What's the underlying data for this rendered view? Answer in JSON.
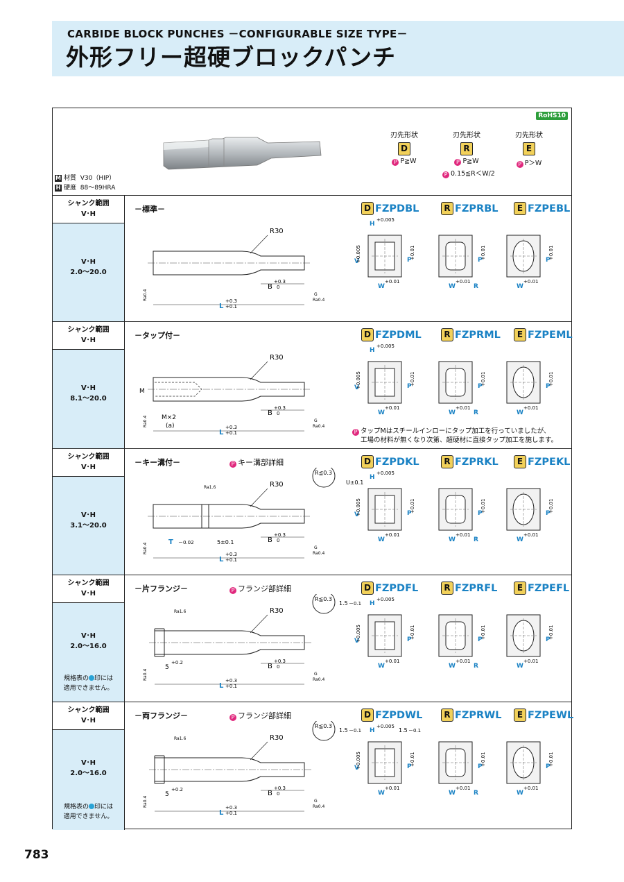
{
  "header": {
    "title_en": "CARBIDE BLOCK PUNCHES －CONFIGURABLE SIZE TYPE－",
    "title_jp": "外形フリー超硬ブロックパンチ"
  },
  "top": {
    "rohs": "RoHS10",
    "shapes": [
      {
        "label": "刃先形状",
        "letter": "D",
        "cond": "P≧W",
        "cond2": ""
      },
      {
        "label": "刃先形状",
        "letter": "R",
        "cond": "P≧W",
        "cond2": "0.15≦R＜W/2"
      },
      {
        "label": "刃先形状",
        "letter": "E",
        "cond": "P＞W",
        "cond2": ""
      }
    ],
    "material_key": "M",
    "material_label": "材質",
    "material_value": "V30（HIP）",
    "hardness_key": "H",
    "hardness_label": "硬度",
    "hardness_value": "88～89HRA"
  },
  "sections": [
    {
      "label_top": "シャンク範囲",
      "label_top2": "V･H",
      "label_mid": "V･H",
      "range": "2.0～20.0",
      "note": "",
      "note2": "",
      "title": "－標準－",
      "detail": "",
      "codes": [
        "FZPDBL",
        "FZPRBL",
        "FZPEBL"
      ]
    },
    {
      "label_top": "シャンク範囲",
      "label_top2": "V･H",
      "label_mid": "V･H",
      "range": "8.1～20.0",
      "note": "",
      "note2": "",
      "title": "－タップ付－",
      "detail": "",
      "codes": [
        "FZPDML",
        "FZPRML",
        "FZPEML"
      ],
      "tap_note1": "タップMはスチールインローにタップ加工を行っていましたが、",
      "tap_note2": "工場の材料が無くなり次第、超硬材に直接タップ加工を施します。"
    },
    {
      "label_top": "シャンク範囲",
      "label_top2": "V･H",
      "label_mid": "V･H",
      "range": "3.1～20.0",
      "note": "",
      "note2": "",
      "title": "－キー溝付－",
      "detail": "キー溝部詳細",
      "codes": [
        "FZPDKL",
        "FZPRKL",
        "FZPEKL"
      ]
    },
    {
      "label_top": "シャンク範囲",
      "label_top2": "V･H",
      "label_mid": "V･H",
      "range": "2.0～16.0",
      "note": "規格表の",
      "note2": "適用できません。",
      "note_mid": "印には",
      "title": "－片フランジ－",
      "detail": "フランジ部詳細",
      "codes": [
        "FZPDFL",
        "FZPRFL",
        "FZPEFL"
      ]
    },
    {
      "label_top": "シャンク範囲",
      "label_top2": "V･H",
      "label_mid": "V･H",
      "range": "2.0～16.0",
      "note": "規格表の",
      "note2": "適用できません。",
      "note_mid": "印には",
      "title": "－両フランジ－",
      "detail": "フランジ部詳細",
      "codes": [
        "FZPDWL",
        "FZPRWL",
        "FZPEWL"
      ]
    }
  ],
  "dims": {
    "r30": "R30",
    "b": "B",
    "b_tol": "+0.3",
    "zero": "0",
    "l": "L",
    "l_tol1": "+0.3",
    "l_tol2": "+0.1",
    "h": "H",
    "h_tol": "+0.005",
    "v": "V",
    "v_tol": "+0.005",
    "w": "W",
    "w_tol": "+0.01",
    "p": "P",
    "p_tol": "+0.01",
    "r": "R",
    "m": "M",
    "mx2": "M×2",
    "a": "(a)",
    "t": "T",
    "t_tol": "－0.02",
    "five_pm": "5±0.1",
    "u": "U±0.1",
    "five": "5",
    "five_tol": "+0.2",
    "flange": "1.5",
    "flange_tol": "－0.1",
    "rle": "R≦0.3",
    "ra04": "Ra0.4",
    "ra16": "Ra1.6",
    "g": "G"
  },
  "page_number": "783"
}
